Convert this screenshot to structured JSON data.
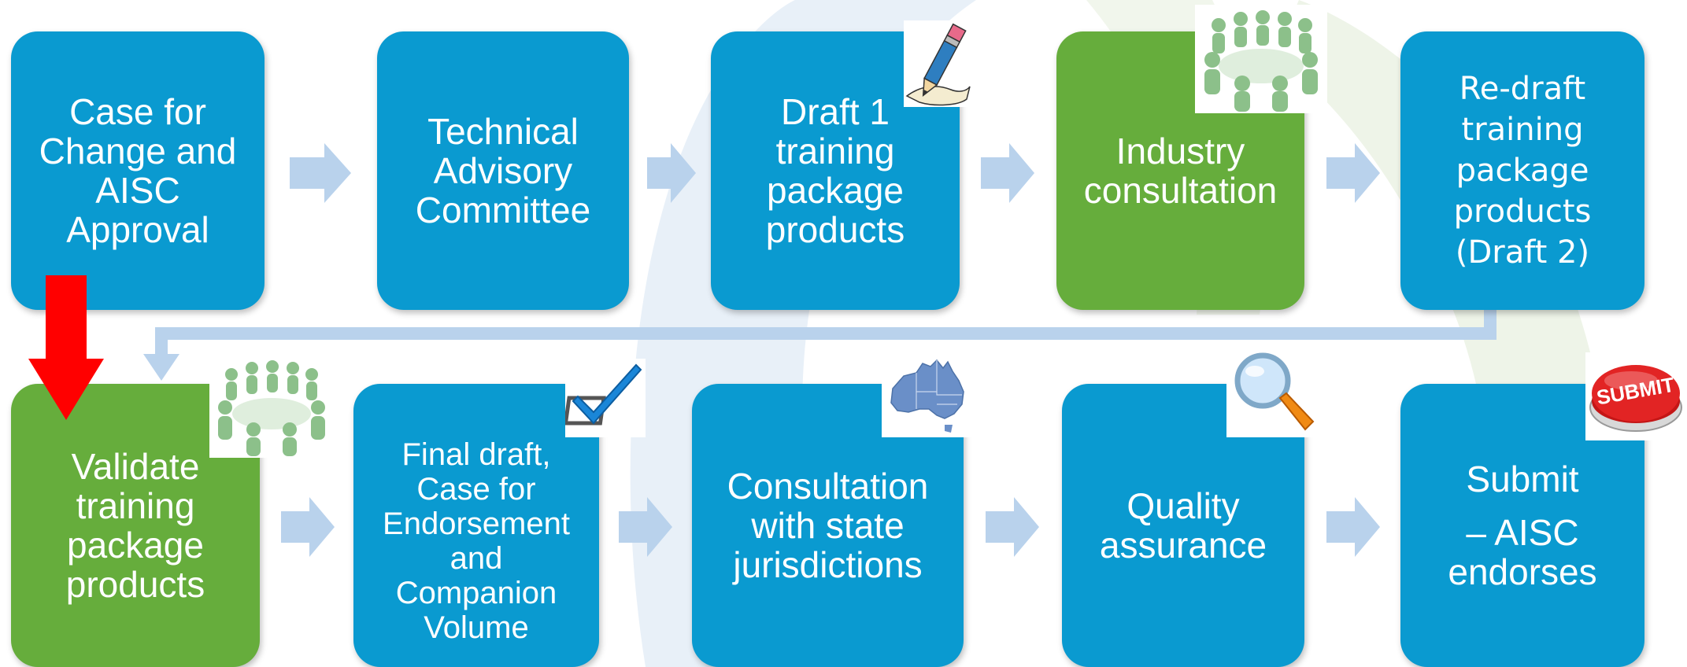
{
  "steps": {
    "s1": "Case for\nChange and\nAISC\nApproval",
    "s2": "Technical\nAdvisory\nCommittee",
    "s3": "Draft 1\ntraining\npackage\nproducts",
    "s4": "Industry\nconsultation",
    "s5": "Re-draft\ntraining\npackage\nproducts\n(Draft 2)",
    "s6": "Validate\ntraining\npackage\nproducts",
    "s7": "Final draft,\nCase for\nEndorsement\nand\nCompanion\nVolume",
    "s8": "Consultation\nwith state\njurisdictions",
    "s9": "Quality\nassurance",
    "s10_a": "Submit",
    "s10_b": "– AISC\nendorses"
  },
  "icons": {
    "submit_label": "SUBMIT"
  },
  "colors": {
    "step_blue": "#0a9ad0",
    "step_green": "#66ad3c",
    "arrow_light": "#b9d2ec",
    "arrow_red": "#ff0000"
  }
}
